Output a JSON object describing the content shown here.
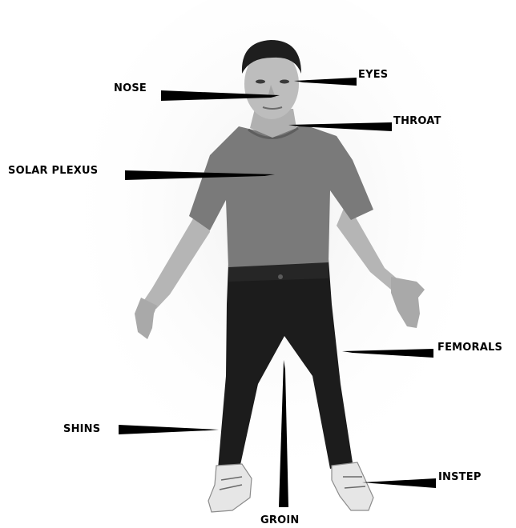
{
  "labels": {
    "eyes": "EYES",
    "nose": "NOSE",
    "throat": "THROAT",
    "solar_plexus": "SOLAR PLEXUS",
    "femorals": "FEMORALS",
    "shins": "SHINS",
    "instep": "INSTEP",
    "groin": "GROIN"
  },
  "colors": {
    "background": "#ffffff",
    "pointer": "#000000",
    "shirt": "#7a7a7a",
    "jeans": "#1c1c1c",
    "skin": "#b9b9b9",
    "hair": "#1e1e1e",
    "shoes": "#e6e6e6"
  }
}
